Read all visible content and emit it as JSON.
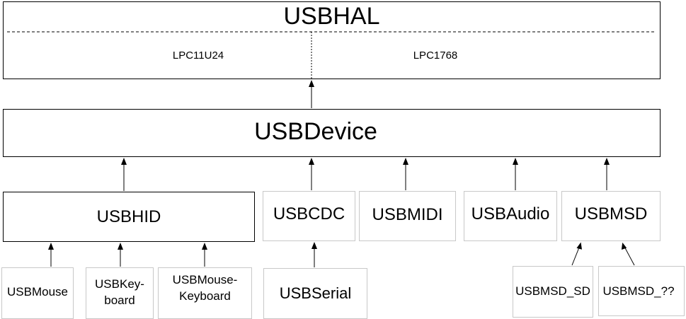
{
  "hal": {
    "title": "USBHAL",
    "targets": [
      "LPC11U24",
      "LPC1768"
    ]
  },
  "device": {
    "title": "USBDevice"
  },
  "classes": {
    "hid": "USBHID",
    "cdc": "USBCDC",
    "midi": "USBMIDI",
    "audio": "USBAudio",
    "msd": "USBMSD"
  },
  "leaves": {
    "mouse": "USBMouse",
    "keyboard": [
      "USBKey-",
      "board"
    ],
    "mouse_keyboard": [
      "USBMouse-",
      "Keyboard"
    ],
    "serial": "USBSerial",
    "msd_sd": "USBMSD_SD",
    "msd_other": "USBMSD_??"
  }
}
